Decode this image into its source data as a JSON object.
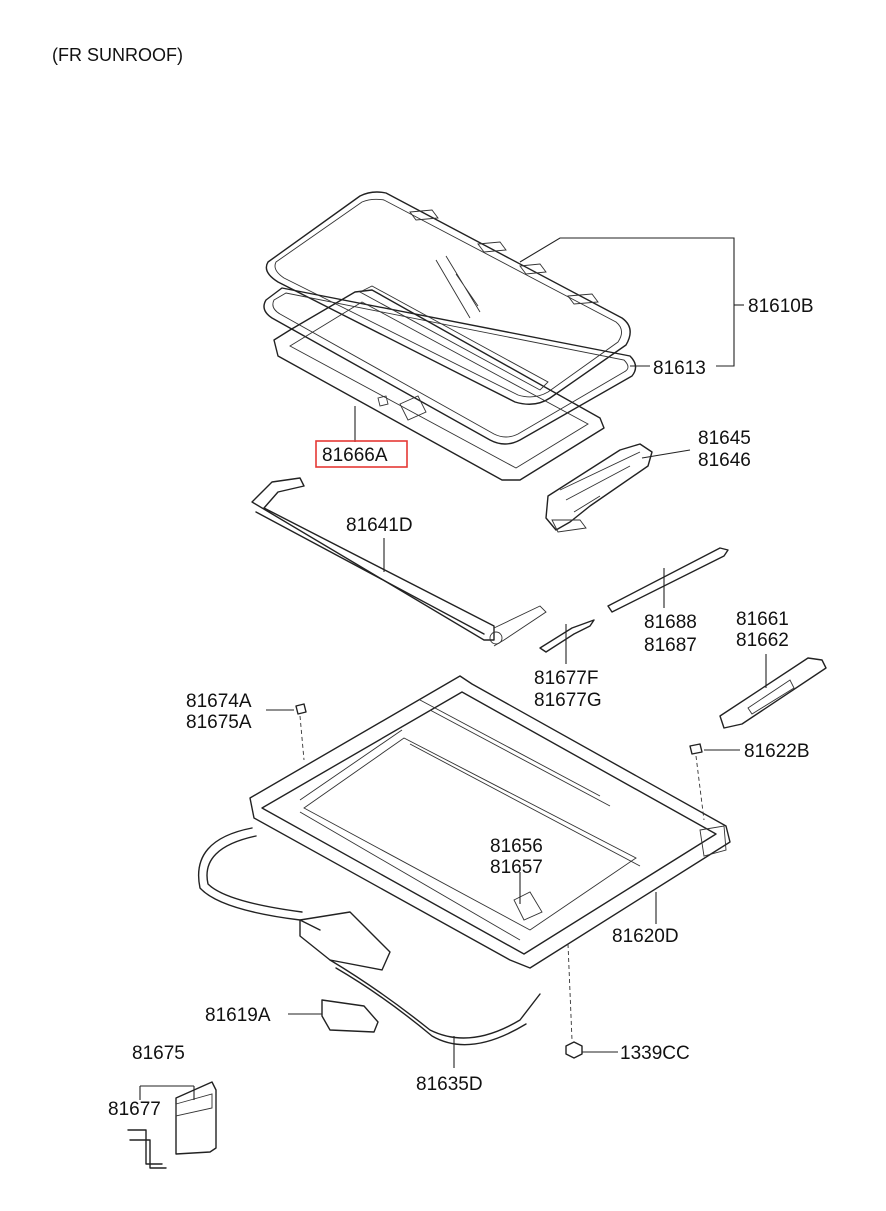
{
  "title": "(FR SUNROOF)",
  "highlight_color": "#e53935",
  "parts": {
    "p81610B": "81610B",
    "p81613": "81613",
    "p81666A": "81666A",
    "p81645": "81645",
    "p81646": "81646",
    "p81641D": "81641D",
    "p81688": "81688",
    "p81687": "81687",
    "p81661": "81661",
    "p81662": "81662",
    "p81677F": "81677F",
    "p81677G": "81677G",
    "p81674A": "81674A",
    "p81675A": "81675A",
    "p81622B": "81622B",
    "p81656": "81656",
    "p81657": "81657",
    "p81620D": "81620D",
    "p81619A": "81619A",
    "p1339CC": "1339CC",
    "p81675": "81675",
    "p81677": "81677",
    "p81635D": "81635D"
  }
}
